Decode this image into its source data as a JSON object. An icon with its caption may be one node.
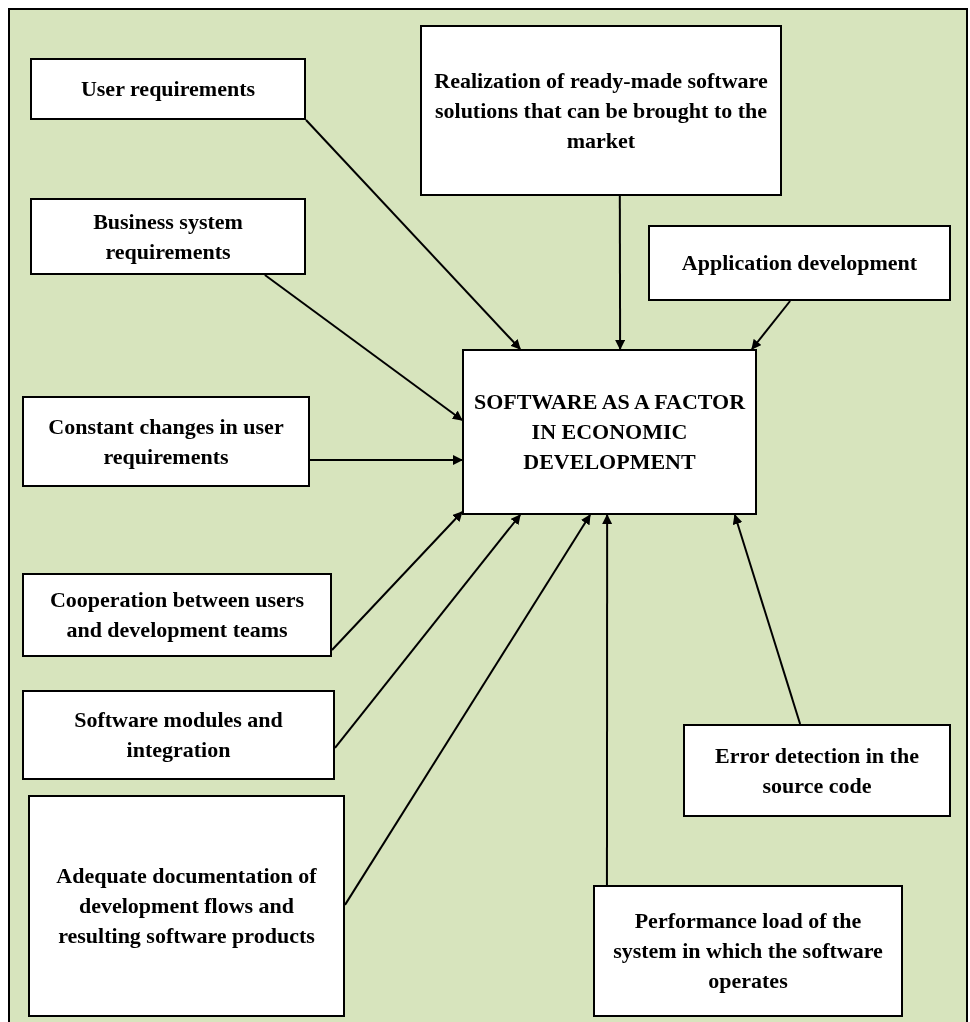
{
  "diagram": {
    "nodes": [
      {
        "text": [
          "User requirements"
        ]
      },
      {
        "text": [
          "Realization of ready-made software solutions that can be brought to the market"
        ]
      },
      {
        "text": [
          "Business system requirements"
        ]
      },
      {
        "text": [
          "Application development"
        ]
      },
      {
        "text": [
          "SOFTWARE AS A FACTOR IN ECONOMIC DEVELOPMENT"
        ]
      },
      {
        "text": [
          "Constant changes in user requirements"
        ]
      },
      {
        "text": [
          "Cooperation between users and development teams"
        ]
      },
      {
        "text": [
          "Software modules and integration"
        ]
      },
      {
        "text": [
          "Adequate documentation of development flows and resulting software products"
        ]
      },
      {
        "text": [
          "Error detection in the source code"
        ]
      },
      {
        "text": [
          "Performance load of the system in which the software operates"
        ]
      }
    ],
    "edges": [
      {
        "from": 0,
        "to": 4,
        "arrow": "to"
      },
      {
        "from": 1,
        "to": 4,
        "arrow": "to"
      },
      {
        "from": 2,
        "to": 4,
        "arrow": "to"
      },
      {
        "from": 3,
        "to": 4,
        "arrow": "to"
      },
      {
        "from": 5,
        "to": 4,
        "arrow": "to"
      },
      {
        "from": 6,
        "to": 4,
        "arrow": "to"
      },
      {
        "from": 7,
        "to": 4,
        "arrow": "to"
      },
      {
        "from": 8,
        "to": 4,
        "arrow": "to"
      },
      {
        "from": 9,
        "to": 4,
        "arrow": "to"
      },
      {
        "from": 10,
        "to": 4,
        "arrow": "to"
      }
    ]
  }
}
